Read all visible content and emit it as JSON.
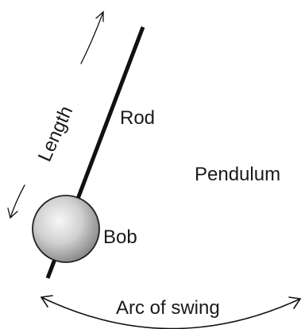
{
  "labels": {
    "length": "Length",
    "rod": "Rod",
    "pendulum": "Pendulum",
    "bob": "Bob",
    "arc": "Arc of swing"
  },
  "colors": {
    "stroke": "#111111",
    "text": "#1a1a1a",
    "bob_light": "#f4f4f4",
    "bob_dark": "#8f8f8f"
  }
}
